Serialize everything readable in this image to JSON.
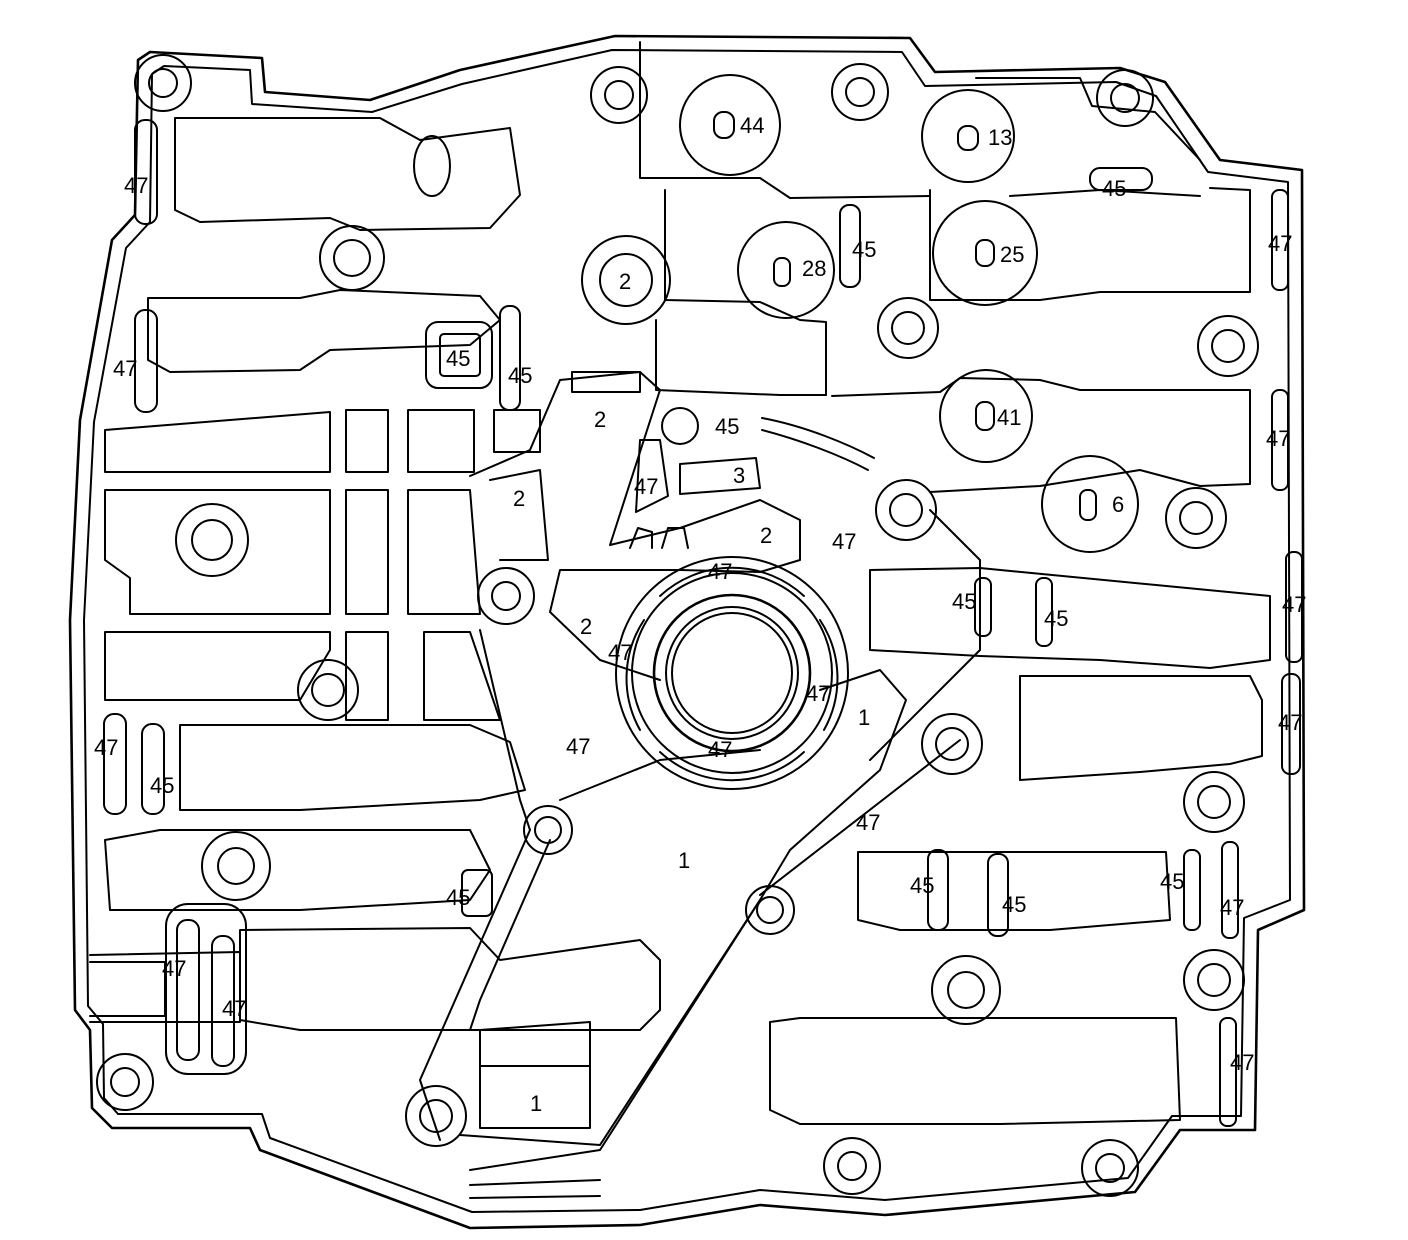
{
  "callouts": {
    "c44": "44",
    "c13": "13",
    "c45a": "45",
    "c47a": "47",
    "c2a": "2",
    "c28": "28",
    "c45b": "45",
    "c25": "25",
    "c47b": "47",
    "c47c": "47",
    "c45c": "45",
    "c45d": "45",
    "c2b": "2",
    "c45e": "45",
    "c41": "41",
    "c47d": "47",
    "c3": "3",
    "c47e": "47",
    "c2c": "2",
    "c2d": "2",
    "c6": "6",
    "c47f": "47",
    "c47g": "47",
    "c45f": "45",
    "c45g": "45",
    "c47h": "47",
    "c2e": "2",
    "c47i": "47",
    "c47j": "47",
    "c1a": "1",
    "c47k": "47",
    "c47l": "47",
    "c47m": "47",
    "c45h": "45",
    "c47n": "47",
    "c47o": "47",
    "c1b": "1",
    "c45i": "45",
    "c45j": "45",
    "c45k": "45",
    "c45l": "45",
    "c47p": "47",
    "c47q": "47",
    "c47r": "47",
    "c47s": "47",
    "c1c": "1"
  }
}
